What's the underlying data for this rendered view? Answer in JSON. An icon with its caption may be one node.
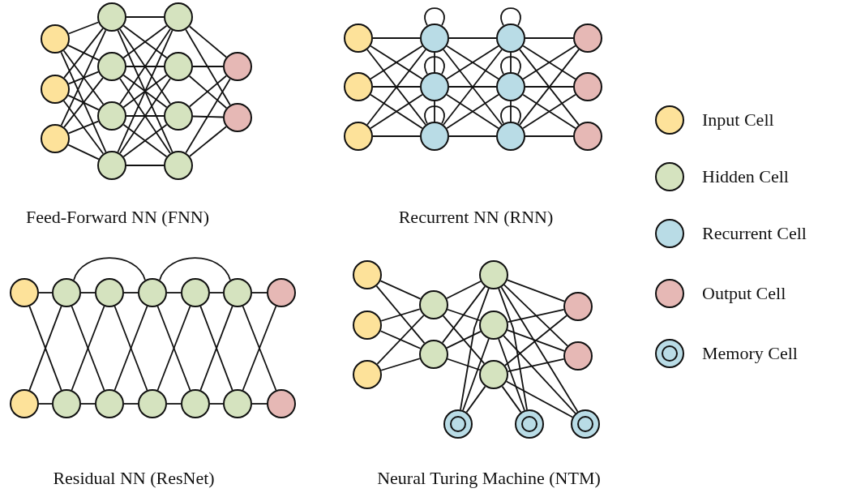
{
  "diagram": {
    "nodes": [
      {
        "text": [],
        "shape": "circle"
      },
      {
        "text": [],
        "shape": "circle"
      },
      {
        "text": [],
        "shape": "circle"
      },
      {
        "text": [],
        "shape": "circle"
      },
      {
        "text": [],
        "shape": "circle"
      },
      {
        "text": [],
        "shape": "circle"
      },
      {
        "text": [],
        "shape": "circle"
      },
      {
        "text": [],
        "shape": "circle"
      },
      {
        "text": [],
        "shape": "circle"
      },
      {
        "text": [],
        "shape": "circle"
      },
      {
        "text": [],
        "shape": "circle"
      },
      {
        "text": [],
        "shape": "circle"
      },
      {
        "text": [],
        "shape": "circle"
      },
      {
        "text": [],
        "shape": "circle"
      },
      {
        "text": [],
        "shape": "circle"
      },
      {
        "text": [],
        "shape": "circle"
      },
      {
        "text": [],
        "shape": "circle"
      },
      {
        "text": [],
        "shape": "circle"
      },
      {
        "text": [],
        "shape": "circle"
      },
      {
        "text": [],
        "shape": "circle"
      },
      {
        "text": [],
        "shape": "circle"
      },
      {
        "text": [],
        "shape": "circle"
      },
      {
        "text": [],
        "shape": "circle"
      },
      {
        "text": [],
        "shape": "circle"
      },
      {
        "text": [],
        "shape": "circle"
      },
      {
        "text": [],
        "shape": "circle"
      },
      {
        "text": [],
        "shape": "circle"
      },
      {
        "text": [],
        "shape": "circle"
      },
      {
        "text": [],
        "shape": "circle"
      },
      {
        "text": [],
        "shape": "circle"
      },
      {
        "text": [],
        "shape": "circle"
      },
      {
        "text": [],
        "shape": "circle"
      },
      {
        "text": [],
        "shape": "circle"
      },
      {
        "text": [],
        "shape": "circle"
      },
      {
        "text": [],
        "shape": "circle"
      },
      {
        "text": [],
        "shape": "circle"
      },
      {
        "text": [],
        "shape": "circle"
      },
      {
        "text": [],
        "shape": "circle"
      },
      {
        "text": [],
        "shape": "circle"
      },
      {
        "text": [],
        "shape": "circle"
      },
      {
        "text": [],
        "shape": "circle"
      },
      {
        "text": [],
        "shape": "circle"
      },
      {
        "text": [],
        "shape": "circle"
      },
      {
        "text": [],
        "shape": "circle"
      },
      {
        "text": [],
        "shape": "circle"
      },
      {
        "text": [],
        "shape": "circle"
      },
      {
        "text": [],
        "shape": "circle"
      },
      {
        "text": [],
        "shape": "circle"
      },
      {
        "text": [],
        "shape": "circle"
      },
      {
        "text": [],
        "shape": "ring"
      },
      {
        "text": [],
        "shape": "ring"
      },
      {
        "text": [],
        "shape": "ring"
      }
    ],
    "edges": [
      {
        "from": 0,
        "to": 3,
        "arrow": "none"
      },
      {
        "from": 0,
        "to": 4,
        "arrow": "none"
      },
      {
        "from": 0,
        "to": 5,
        "arrow": "none"
      },
      {
        "from": 0,
        "to": 6,
        "arrow": "none"
      },
      {
        "from": 1,
        "to": 3,
        "arrow": "none"
      },
      {
        "from": 1,
        "to": 4,
        "arrow": "none"
      },
      {
        "from": 1,
        "to": 5,
        "arrow": "none"
      },
      {
        "from": 1,
        "to": 6,
        "arrow": "none"
      },
      {
        "from": 2,
        "to": 3,
        "arrow": "none"
      },
      {
        "from": 2,
        "to": 4,
        "arrow": "none"
      },
      {
        "from": 2,
        "to": 5,
        "arrow": "none"
      },
      {
        "from": 2,
        "to": 6,
        "arrow": "none"
      },
      {
        "from": 3,
        "to": 7,
        "arrow": "none"
      },
      {
        "from": 3,
        "to": 8,
        "arrow": "none"
      },
      {
        "from": 3,
        "to": 9,
        "arrow": "none"
      },
      {
        "from": 3,
        "to": 10,
        "arrow": "none"
      },
      {
        "from": 4,
        "to": 7,
        "arrow": "none"
      },
      {
        "from": 4,
        "to": 8,
        "arrow": "none"
      },
      {
        "from": 4,
        "to": 9,
        "arrow": "none"
      },
      {
        "from": 4,
        "to": 10,
        "arrow": "none"
      },
      {
        "from": 5,
        "to": 7,
        "arrow": "none"
      },
      {
        "from": 5,
        "to": 8,
        "arrow": "none"
      },
      {
        "from": 5,
        "to": 9,
        "arrow": "none"
      },
      {
        "from": 5,
        "to": 10,
        "arrow": "none"
      },
      {
        "from": 6,
        "to": 7,
        "arrow": "none"
      },
      {
        "from": 6,
        "to": 8,
        "arrow": "none"
      },
      {
        "from": 6,
        "to": 9,
        "arrow": "none"
      },
      {
        "from": 6,
        "to": 10,
        "arrow": "none"
      },
      {
        "from": 7,
        "to": 11,
        "arrow": "none"
      },
      {
        "from": 7,
        "to": 12,
        "arrow": "none"
      },
      {
        "from": 8,
        "to": 11,
        "arrow": "none"
      },
      {
        "from": 8,
        "to": 12,
        "arrow": "none"
      },
      {
        "from": 9,
        "to": 11,
        "arrow": "none"
      },
      {
        "from": 9,
        "to": 12,
        "arrow": "none"
      },
      {
        "from": 10,
        "to": 11,
        "arrow": "none"
      },
      {
        "from": 10,
        "to": 12,
        "arrow": "none"
      },
      {
        "from": 13,
        "to": 16,
        "arrow": "none"
      },
      {
        "from": 13,
        "to": 17,
        "arrow": "none"
      },
      {
        "from": 13,
        "to": 18,
        "arrow": "none"
      },
      {
        "from": 14,
        "to": 16,
        "arrow": "none"
      },
      {
        "from": 14,
        "to": 17,
        "arrow": "none"
      },
      {
        "from": 14,
        "to": 18,
        "arrow": "none"
      },
      {
        "from": 15,
        "to": 16,
        "arrow": "none"
      },
      {
        "from": 15,
        "to": 17,
        "arrow": "none"
      },
      {
        "from": 15,
        "to": 18,
        "arrow": "none"
      },
      {
        "from": 16,
        "to": 19,
        "arrow": "none"
      },
      {
        "from": 16,
        "to": 20,
        "arrow": "none"
      },
      {
        "from": 16,
        "to": 21,
        "arrow": "none"
      },
      {
        "from": 17,
        "to": 19,
        "arrow": "none"
      },
      {
        "from": 17,
        "to": 20,
        "arrow": "none"
      },
      {
        "from": 17,
        "to": 21,
        "arrow": "none"
      },
      {
        "from": 18,
        "to": 19,
        "arrow": "none"
      },
      {
        "from": 18,
        "to": 20,
        "arrow": "none"
      },
      {
        "from": 18,
        "to": 21,
        "arrow": "none"
      },
      {
        "from": 19,
        "to": 22,
        "arrow": "none"
      },
      {
        "from": 19,
        "to": 23,
        "arrow": "none"
      },
      {
        "from": 19,
        "to": 24,
        "arrow": "none"
      },
      {
        "from": 20,
        "to": 22,
        "arrow": "none"
      },
      {
        "from": 20,
        "to": 23,
        "arrow": "none"
      },
      {
        "from": 20,
        "to": 24,
        "arrow": "none"
      },
      {
        "from": 21,
        "to": 22,
        "arrow": "none"
      },
      {
        "from": 21,
        "to": 23,
        "arrow": "none"
      },
      {
        "from": 21,
        "to": 24,
        "arrow": "none"
      },
      {
        "from": 16,
        "to": 17,
        "arrow": "none"
      },
      {
        "from": 17,
        "to": 18,
        "arrow": "none"
      },
      {
        "from": 19,
        "to": 20,
        "arrow": "none"
      },
      {
        "from": 20,
        "to": 21,
        "arrow": "none"
      },
      {
        "from": 16,
        "to": 16,
        "arrow": "none"
      },
      {
        "from": 17,
        "to": 17,
        "arrow": "none"
      },
      {
        "from": 18,
        "to": 18,
        "arrow": "none"
      },
      {
        "from": 19,
        "to": 19,
        "arrow": "none"
      },
      {
        "from": 20,
        "to": 20,
        "arrow": "none"
      },
      {
        "from": 21,
        "to": 21,
        "arrow": "none"
      },
      {
        "from": 25,
        "to": 26,
        "arrow": "none"
      },
      {
        "from": 26,
        "to": 27,
        "arrow": "none"
      },
      {
        "from": 27,
        "to": 28,
        "arrow": "none"
      },
      {
        "from": 28,
        "to": 29,
        "arrow": "none"
      },
      {
        "from": 29,
        "to": 30,
        "arrow": "none"
      },
      {
        "from": 30,
        "to": 31,
        "arrow": "none"
      },
      {
        "from": 32,
        "to": 33,
        "arrow": "none"
      },
      {
        "from": 33,
        "to": 34,
        "arrow": "none"
      },
      {
        "from": 34,
        "to": 35,
        "arrow": "none"
      },
      {
        "from": 35,
        "to": 36,
        "arrow": "none"
      },
      {
        "from": 36,
        "to": 37,
        "arrow": "none"
      },
      {
        "from": 37,
        "to": 38,
        "arrow": "none"
      },
      {
        "from": 25,
        "to": 33,
        "arrow": "none"
      },
      {
        "from": 32,
        "to": 26,
        "arrow": "none"
      },
      {
        "from": 26,
        "to": 34,
        "arrow": "none"
      },
      {
        "from": 33,
        "to": 27,
        "arrow": "none"
      },
      {
        "from": 27,
        "to": 35,
        "arrow": "none"
      },
      {
        "from": 34,
        "to": 28,
        "arrow": "none"
      },
      {
        "from": 28,
        "to": 36,
        "arrow": "none"
      },
      {
        "from": 35,
        "to": 29,
        "arrow": "none"
      },
      {
        "from": 29,
        "to": 37,
        "arrow": "none"
      },
      {
        "from": 36,
        "to": 30,
        "arrow": "none"
      },
      {
        "from": 30,
        "to": 38,
        "arrow": "none"
      },
      {
        "from": 37,
        "to": 31,
        "arrow": "none"
      },
      {
        "from": 26,
        "to": 28,
        "arrow": "none"
      },
      {
        "from": 28,
        "to": 30,
        "arrow": "none"
      },
      {
        "from": 39,
        "to": 42,
        "arrow": "none"
      },
      {
        "from": 39,
        "to": 43,
        "arrow": "none"
      },
      {
        "from": 40,
        "to": 42,
        "arrow": "none"
      },
      {
        "from": 40,
        "to": 43,
        "arrow": "none"
      },
      {
        "from": 41,
        "to": 42,
        "arrow": "none"
      },
      {
        "from": 41,
        "to": 43,
        "arrow": "none"
      },
      {
        "from": 42,
        "to": 44,
        "arrow": "none"
      },
      {
        "from": 42,
        "to": 45,
        "arrow": "none"
      },
      {
        "from": 42,
        "to": 46,
        "arrow": "none"
      },
      {
        "from": 43,
        "to": 44,
        "arrow": "none"
      },
      {
        "from": 43,
        "to": 45,
        "arrow": "none"
      },
      {
        "from": 43,
        "to": 46,
        "arrow": "none"
      },
      {
        "from": 44,
        "to": 47,
        "arrow": "none"
      },
      {
        "from": 44,
        "to": 48,
        "arrow": "none"
      },
      {
        "from": 45,
        "to": 47,
        "arrow": "none"
      },
      {
        "from": 45,
        "to": 48,
        "arrow": "none"
      },
      {
        "from": 46,
        "to": 47,
        "arrow": "none"
      },
      {
        "from": 46,
        "to": 48,
        "arrow": "none"
      },
      {
        "from": 44,
        "to": 49,
        "arrow": "none"
      },
      {
        "from": 44,
        "to": 50,
        "arrow": "none"
      },
      {
        "from": 44,
        "to": 51,
        "arrow": "none"
      },
      {
        "from": 45,
        "to": 49,
        "arrow": "none"
      },
      {
        "from": 45,
        "to": 50,
        "arrow": "none"
      },
      {
        "from": 45,
        "to": 51,
        "arrow": "none"
      },
      {
        "from": 46,
        "to": 49,
        "arrow": "none"
      },
      {
        "from": 46,
        "to": 50,
        "arrow": "none"
      },
      {
        "from": 46,
        "to": 51,
        "arrow": "none"
      }
    ],
    "labels": [
      "Feed-Forward NN (FNN)",
      "Recurrent NN (RNN)",
      "Residual NN (ResNet)",
      "Neural Turing Machine (NTM)"
    ],
    "legend": [
      {
        "text": "Input Cell",
        "color": "#fde29a"
      },
      {
        "text": "Hidden Cell",
        "color": "#d5e3bf"
      },
      {
        "text": "Recurrent Cell",
        "color": "#b9dce6"
      },
      {
        "text": "Output Cell",
        "color": "#e6b8b5"
      },
      {
        "text": "Memory Cell"
      }
    ]
  }
}
